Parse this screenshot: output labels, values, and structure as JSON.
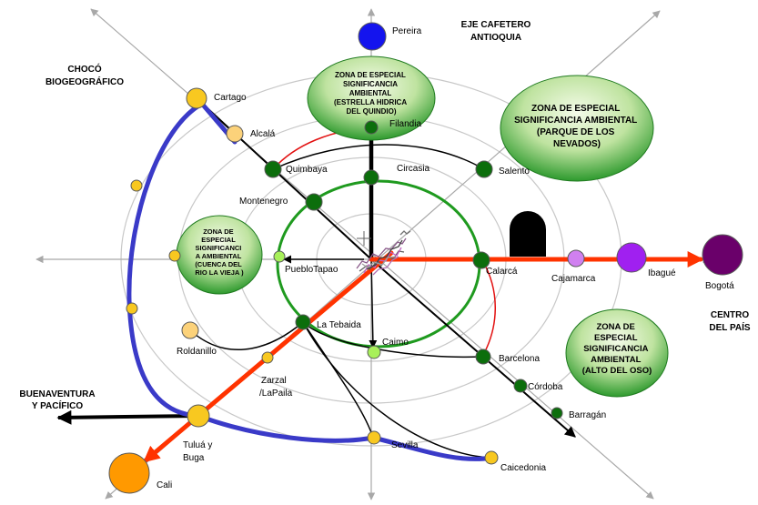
{
  "colors": {
    "ring": "#c8c8c8",
    "axis": "#a8a8a8",
    "inner_ring": "#1f9a1f",
    "red_route": "#ff3300",
    "blue_route": "#3a3ac8",
    "black_route": "#000000",
    "red_link": "#e21010",
    "zone_fill_light": "#dff3c8",
    "zone_fill_dark": "#2e9a2e",
    "node_dark_green": "#0c6e0c",
    "node_light_green": "#a8f05a",
    "node_yellow": "#f8c820",
    "node_light_orange": "#fcd27a",
    "node_blue": "#1414ee",
    "node_violet": "#a020f0",
    "node_light_violet": "#d080f0",
    "node_purple": "#6a006a",
    "node_orange": "#ff9900"
  },
  "regions": {
    "eje_cafetero_1": "EJE CAFETERO",
    "eje_cafetero_2": "ANTIOQUIA",
    "choco_1": "CHOCÓ",
    "choco_2": "BIOGEOGRÁFICO",
    "centro_1": "CENTRO",
    "centro_2": "DEL PAÍS",
    "buenaventura_1": "BUENAVENTURA",
    "buenaventura_2": "Y PACÍFICO"
  },
  "zones": {
    "quindio": [
      "ZONA DE ESPECIAL",
      "SIGNIFICANCIA",
      "AMBIENTAL",
      "(ESTRELLA HIDRICA",
      "DEL QUINDIO)"
    ],
    "nevados": [
      "ZONA DE ESPECIAL",
      "SIGNIFICANCIA AMBIENTAL",
      "(PARQUE DE LOS",
      "NEVADOS)"
    ],
    "la_vieja": [
      "ZONA DE",
      "ESPECIAL",
      "SIGNIFICANCI",
      "A AMBIENTAL",
      "(CUENCA DEL",
      "RIO LA VIEJA )"
    ],
    "alto_oso": [
      "ZONA DE",
      "ESPECIAL",
      "SIGNIFICANCIA",
      "AMBIENTAL",
      "(ALTO DEL OSO)"
    ]
  },
  "places": {
    "pereira": "Pereira",
    "cartago": "Cartago",
    "alcala": "Alcalá",
    "filandia": "Filandia",
    "quimbaya": "Quimbaya",
    "circasia": "Circasia",
    "salento": "Salento",
    "montenegro": "Montenegro",
    "pueblotapao": "PuebloTapao",
    "calarca": "Calarcá",
    "cajamarca": "Cajamarca",
    "ibague": "Ibagué",
    "bogota": "Bogotá",
    "la_tebaida": "La Tebaida",
    "caimo": "Caimo",
    "barcelona": "Barcelona",
    "cordoba": "Córdoba",
    "barragan": "Barragán",
    "roldanillo": "Roldanillo",
    "zarzal_1": "Zarzal",
    "zarzal_2": "/LaPaila",
    "tulua_1": "Tuluá y",
    "tulua_2": "Buga",
    "sevilla": "Sevilla",
    "caicedonia": "Caicedonia",
    "cali": "Cali"
  }
}
